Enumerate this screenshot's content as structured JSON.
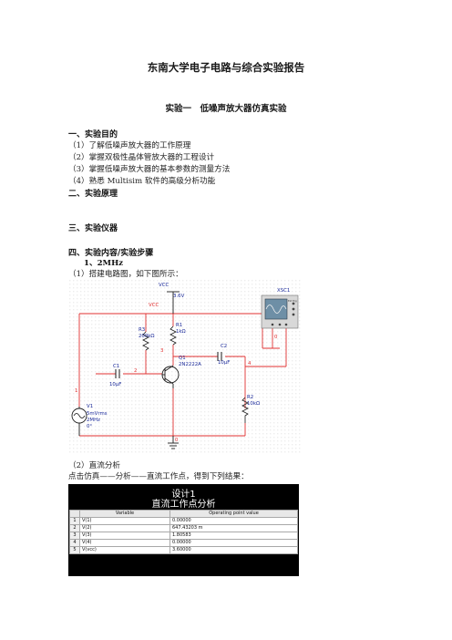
{
  "doc_title": "东南大学电子电路与综合实验报告",
  "experiment_title": "实验一　低噪声放大器仿真实验",
  "sections": {
    "purpose": {
      "heading": "一、实验目的",
      "items": [
        "（1）了解低噪声放大器的工作原理",
        "（2）掌握双极性晶体管放大器的工程设计",
        "（3）掌握低噪声放大器的基本参数的测量方法",
        "（4）熟悉 Multisim 软件的高级分析功能"
      ]
    },
    "principle": {
      "heading": "二、实验原理"
    },
    "instruments": {
      "heading": "三、实验仪器"
    },
    "content": {
      "heading": "四、实验内容/实验步骤",
      "sub1": "1、2MHz",
      "step1": "（1）搭建电路图，如下图所示：",
      "step2": "（2）直流分析",
      "step2_desc": "点击仿真——分析——直流工作点，得到下列结果："
    }
  },
  "circuit": {
    "vcc_label": "VCC",
    "vcc_value": "3.6V",
    "vcc_net": "VCC",
    "r3_name": "R3",
    "r3_value": "200kΩ",
    "r1_name": "R1",
    "r1_value": "1kΩ",
    "q1_name": "Q1",
    "q1_model": "2N2222A",
    "c1_name": "C1",
    "c1_value": "10μF",
    "c2_name": "C2",
    "c2_value": "10μF",
    "r2_name": "R2",
    "r2_value": "10kΩ",
    "v1_name": "V1",
    "v1_amp": "5mVrms",
    "v1_freq": "2MHz",
    "v1_phase": "0°",
    "xsc1_name": "XSC1",
    "ext_trig": "Ext Trig",
    "node1": "1",
    "node2": "2",
    "node3": "3",
    "node4": "4",
    "node0_a": "0",
    "node0_b": "0"
  },
  "dc_analysis": {
    "design": "设计1",
    "title": "直流工作点分析",
    "col_variable": "Variable",
    "col_value": "Operating point value",
    "rows": [
      {
        "idx": "1",
        "var": "V(1)",
        "value": "0.00000"
      },
      {
        "idx": "2",
        "var": "V(2)",
        "value": "647.43203 m"
      },
      {
        "idx": "3",
        "var": "V(3)",
        "value": "1.80583"
      },
      {
        "idx": "4",
        "var": "V(4)",
        "value": "0.00000"
      },
      {
        "idx": "5",
        "var": "V(vcc)",
        "value": "3.60000"
      }
    ]
  },
  "colors": {
    "wire_red": "#e03030",
    "wire_black": "#1a1a1a",
    "label_blue": "#1b2a9a",
    "panel_bg": "#000000"
  }
}
